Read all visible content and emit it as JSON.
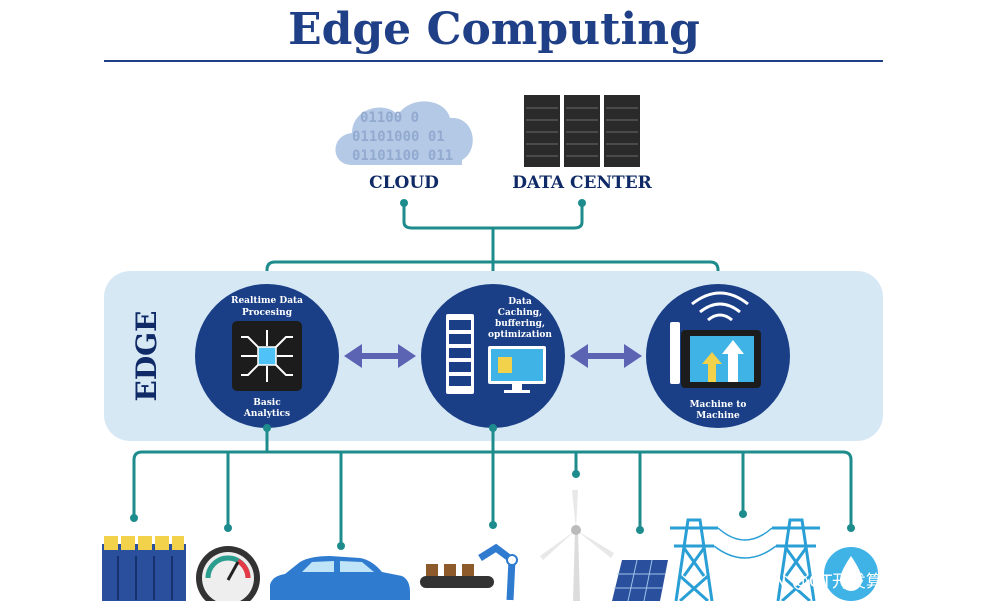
{
  "title": "Edge Computing",
  "cloud_label": "CLOUD",
  "cloud_binary": [
    "01100 0",
    "01101000 01",
    "01101100 011"
  ],
  "datacenter_label": "DATA CENTER",
  "edge_label": "EDGE",
  "circles": {
    "left": {
      "top_line1": "Realtime Data",
      "top_line2": "Procesing",
      "bottom_line1": "Basic",
      "bottom_line2": "Analytics"
    },
    "middle": {
      "line1": "Data",
      "line2": "Caching,",
      "line3": "buffering,",
      "line4": "optimization"
    },
    "right": {
      "bottom_line1": "Machine to",
      "bottom_line2": "Machine"
    }
  },
  "watermark": "CSDN @GT开发算法工程师",
  "colors": {
    "title": "#1f3f86",
    "circle": "#1a3f86",
    "edge_bg": "#d7e8f5",
    "connector": "#1e8c8c",
    "arrow": "#5b63b3"
  }
}
